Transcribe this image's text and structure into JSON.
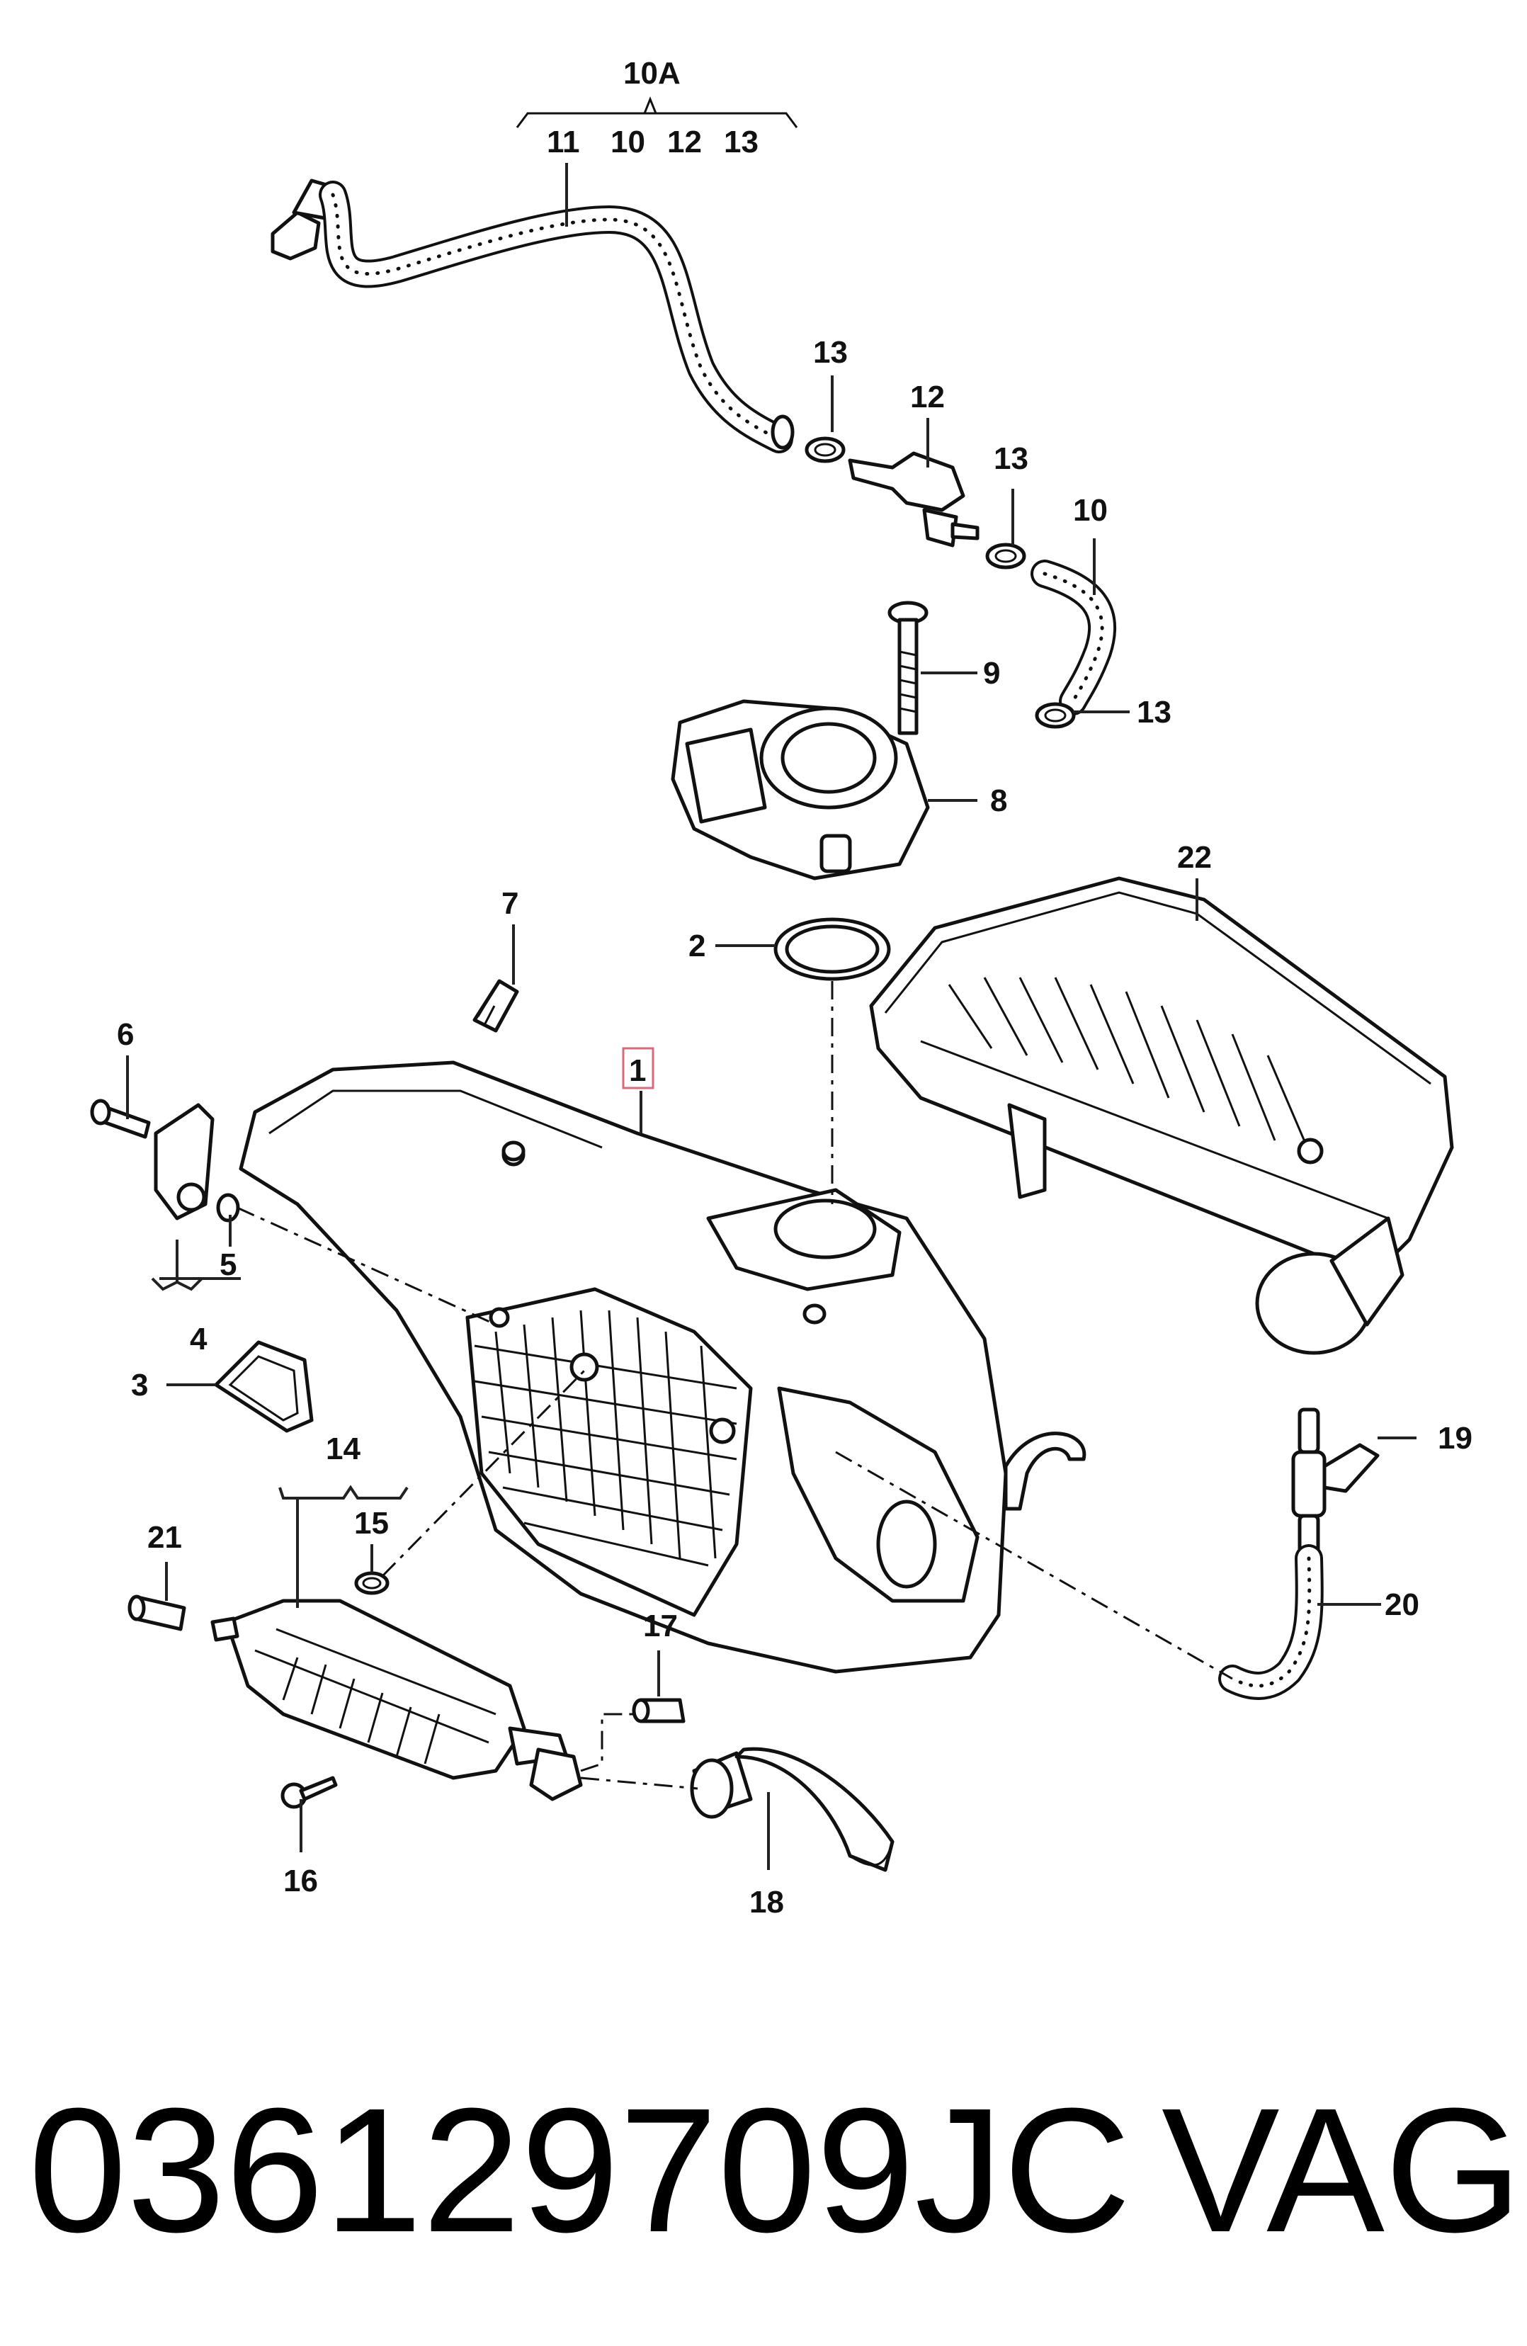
{
  "labels": {
    "l10A": "10A",
    "l11": "11",
    "l10a": "10",
    "l12a": "12",
    "l13a": "13",
    "l13b": "13",
    "l12": "12",
    "l13c": "13",
    "l10": "10",
    "l9": "9",
    "l13d": "13",
    "l8": "8",
    "l22": "22",
    "l7": "7",
    "l2": "2",
    "l1": "1",
    "l6": "6",
    "l5": "5",
    "l4": "4",
    "l3": "3",
    "l14": "14",
    "l21": "21",
    "l15": "15",
    "l19": "19",
    "l20": "20",
    "l17": "17",
    "l16": "16",
    "l18": "18"
  },
  "footer": {
    "part_number": "036129709JC",
    "brand": "VAG"
  },
  "colors": {
    "highlight_box": "#d86a7a",
    "line": "#111111"
  }
}
